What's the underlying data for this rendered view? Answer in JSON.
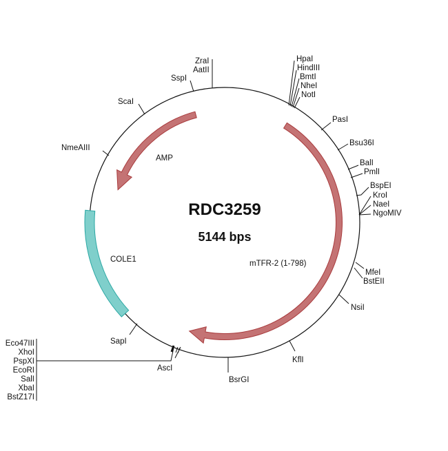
{
  "plasmid": {
    "name": "RDC3259",
    "size": "5144 bps"
  },
  "features": {
    "amp": {
      "label": "AMP",
      "color": "#c47374"
    },
    "cole1": {
      "label": "COLE1",
      "color": "#7fcfcb"
    },
    "mtfr": {
      "label": "mTFR-2 (1-798)",
      "color": "#c47374"
    }
  },
  "sites": {
    "zral": "ZraI",
    "aatii": "AatII",
    "sspi": "SspI",
    "scai": "ScaI",
    "nmeaiii": "NmeAIII",
    "hpai": "HpaI",
    "hindiii": "HindIII",
    "bmti": "BmtI",
    "nhei": "NheI",
    "noti": "NotI",
    "pasi": "PasI",
    "bsu36i": "Bsu36I",
    "bali": "BalI",
    "pmli": "PmlI",
    "bspei": "BspEI",
    "kroi": "KroI",
    "naei": "NaeI",
    "ngomiv": "NgoMIV",
    "mfei": "MfeI",
    "bsteii": "BstEII",
    "nsii": "NsiI",
    "kfli": "KflI",
    "bsrgi": "BsrGI",
    "asci": "AscI",
    "sapi": "SapI",
    "left_group": [
      "Eco47III",
      "XhoI",
      "PspXI",
      "EcoRI",
      "SalI",
      "XbaI",
      "BstZ17I"
    ]
  }
}
